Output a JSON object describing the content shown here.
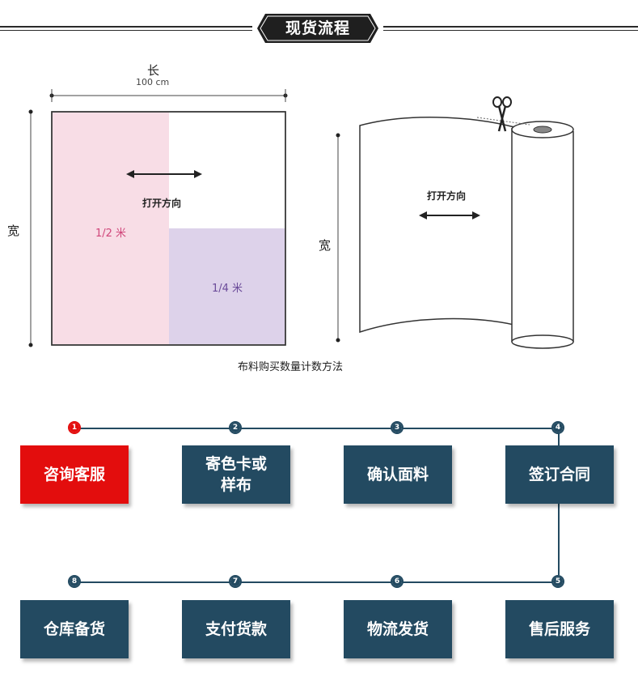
{
  "header": {
    "title": "现货流程"
  },
  "diagram_left": {
    "length_label": "长",
    "length_value": "100 cm",
    "width_label": "宽",
    "direction_label": "打开方向",
    "half_label": "1/2 米",
    "quarter_label": "1/4 米",
    "colors": {
      "half": "#f8dde6",
      "quarter": "#ddd2ea",
      "half_text": "#d0467a",
      "quarter_text": "#6a4a99"
    }
  },
  "diagram_right": {
    "width_label": "宽",
    "direction_label": "打开方向",
    "caption": "布料购买数量计数方法"
  },
  "process": {
    "steps": [
      {
        "num": "1",
        "label": "咨询客服",
        "active": true
      },
      {
        "num": "2",
        "label": "寄色卡或样布"
      },
      {
        "num": "3",
        "label": "确认面料"
      },
      {
        "num": "4",
        "label": "签订合同"
      },
      {
        "num": "5",
        "label": "售后服务"
      },
      {
        "num": "6",
        "label": "物流发货"
      },
      {
        "num": "7",
        "label": "支付货款"
      },
      {
        "num": "8",
        "label": "仓库备货"
      }
    ],
    "colors": {
      "box": "#234a61",
      "active": "#e30d0d"
    }
  }
}
